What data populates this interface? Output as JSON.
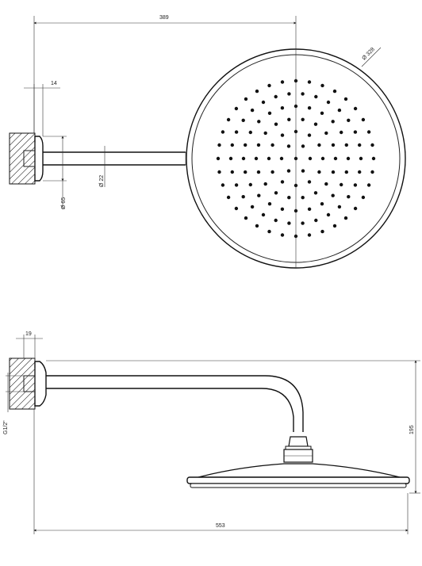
{
  "top_view": {
    "dim_width": "389",
    "dim_head_diameter": "Ø 328",
    "dim_wall_offset": "14",
    "dim_flange_diameter": "Ø 65",
    "dim_arm_diameter": "Ø 22"
  },
  "side_view": {
    "dim_flange_depth": "19",
    "dim_thread": "G1/2\"",
    "dim_height": "195",
    "dim_projection": "553"
  }
}
